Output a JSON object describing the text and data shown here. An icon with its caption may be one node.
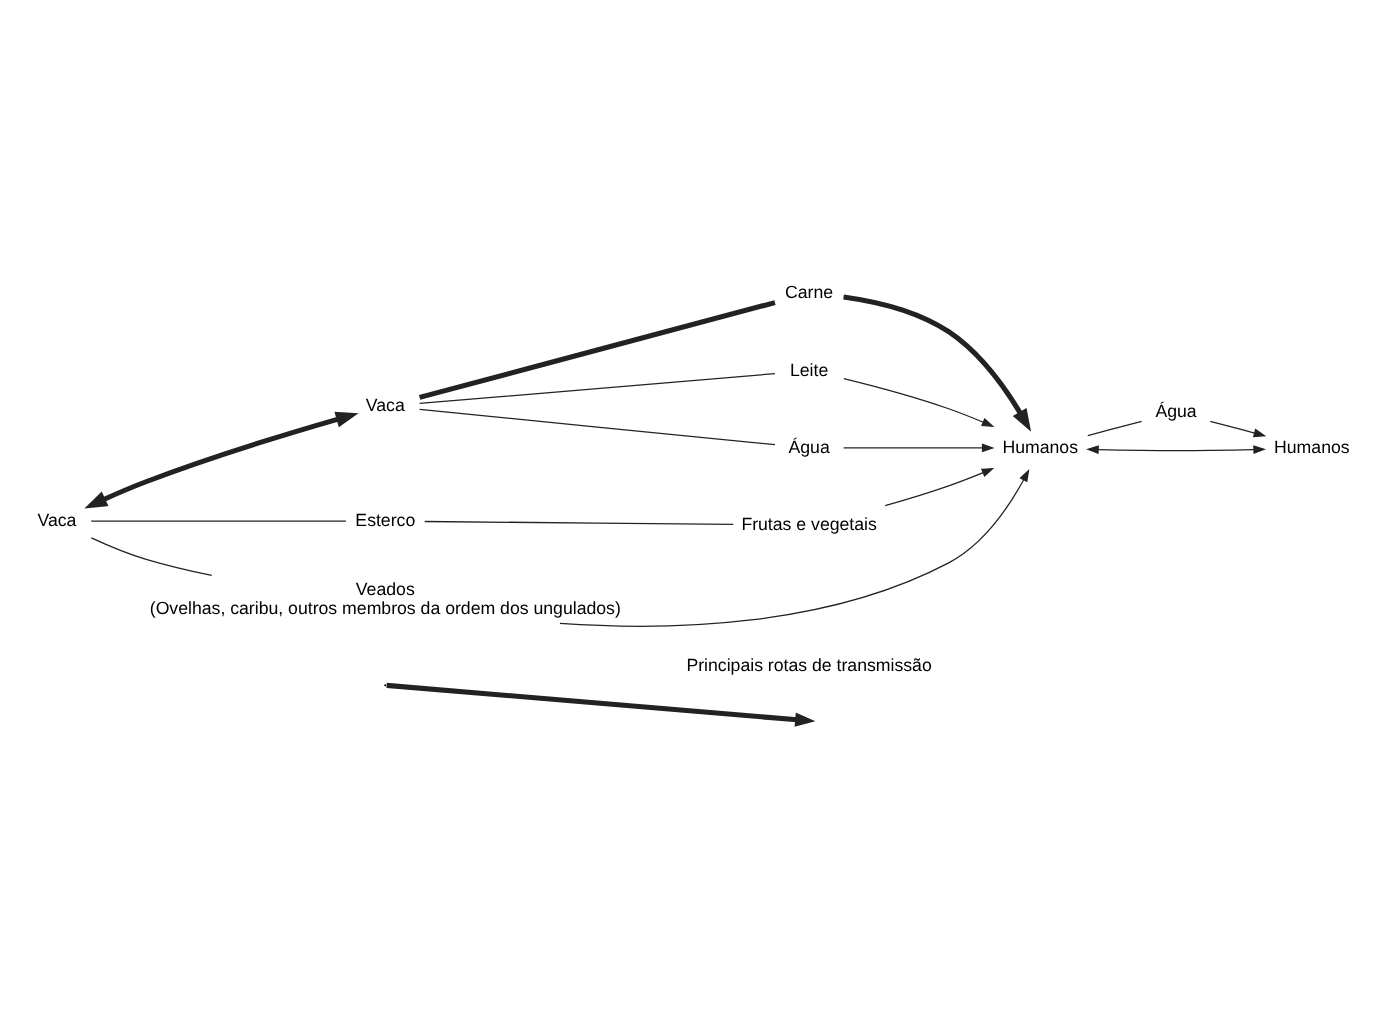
{
  "diagram": {
    "nodes": [
      {
        "text": [
          "Vaca"
        ]
      },
      {
        "text": [
          "Vaca"
        ]
      },
      {
        "text": [
          "Carne"
        ]
      },
      {
        "text": [
          "Humanos"
        ]
      },
      {
        "text": [
          "Água"
        ]
      },
      {
        "text": [
          "Humanos"
        ]
      },
      {
        "text": [
          "Leite"
        ]
      },
      {
        "text": [
          "Água"
        ]
      },
      {
        "text": [
          "Esterco"
        ]
      },
      {
        "text": [
          "Frutas e vegetais"
        ]
      },
      {
        "text": [
          "Veados",
          "(Ovelhas, caribu, outros membros da ordem dos ungulados)"
        ]
      }
    ],
    "edges": [
      {
        "from": 0,
        "to": 1,
        "arrow": "both",
        "style": "thick"
      },
      {
        "from": 1,
        "to": 2,
        "arrow": "none",
        "style": "thick"
      },
      {
        "from": 2,
        "to": 3,
        "arrow": "to",
        "style": "thick"
      },
      {
        "from": 3,
        "to": 4,
        "arrow": "none"
      },
      {
        "from": 4,
        "to": 5,
        "arrow": "to"
      },
      {
        "from": 3,
        "to": 5,
        "arrow": "both"
      },
      {
        "from": 1,
        "to": 6,
        "arrow": "none"
      },
      {
        "from": 1,
        "to": 7,
        "arrow": "none"
      },
      {
        "from": 6,
        "to": 3,
        "arrow": "to"
      },
      {
        "from": 7,
        "to": 3,
        "arrow": "to"
      },
      {
        "from": 0,
        "to": 8,
        "arrow": "none"
      },
      {
        "from": 8,
        "to": 9,
        "arrow": "none"
      },
      {
        "from": 9,
        "to": 3,
        "arrow": "to"
      },
      {
        "from": 0,
        "to": 10,
        "arrow": "none"
      },
      {
        "from": 10,
        "to": 3,
        "arrow": "to"
      }
    ],
    "legend": [
      {
        "text": "Principais rotas de transmissão"
      }
    ]
  }
}
